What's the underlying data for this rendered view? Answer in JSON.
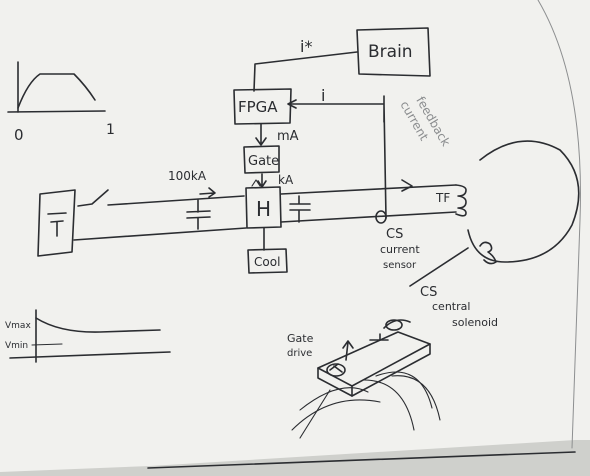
{
  "whiteboard": {
    "colors": {
      "board": "#f1f1ee",
      "ink": "#2b2d31",
      "faint_ink": "#8a8c8e",
      "surround": "#cfd0cc"
    },
    "waveform_labels": {
      "zero": "0",
      "one": "1"
    },
    "blocks": {
      "brain": "Brain",
      "fpga": "FPGA",
      "gate": "Gate",
      "h_bridge": "H",
      "cool": "Cool",
      "tf_coil": "TF"
    },
    "signals": {
      "i_star": "i*",
      "i": "i",
      "ma": "mA",
      "current_100ka": "100kA",
      "current_ka": "kA"
    },
    "annotations": {
      "current_feedback_line1": "current",
      "current_feedback_line2": "feedback",
      "cs_sensor_abbrev": "CS",
      "cs_sensor_line1": "current",
      "cs_sensor_line2": "sensor",
      "cs_solenoid_abbrev": "CS",
      "cs_solenoid_line1": "central",
      "cs_solenoid_line2": "solenoid",
      "gate_drive_line1": "Gate",
      "gate_drive_line2": "drive",
      "vmax_label": "Vmax",
      "vmin_label": "Vmin"
    }
  }
}
